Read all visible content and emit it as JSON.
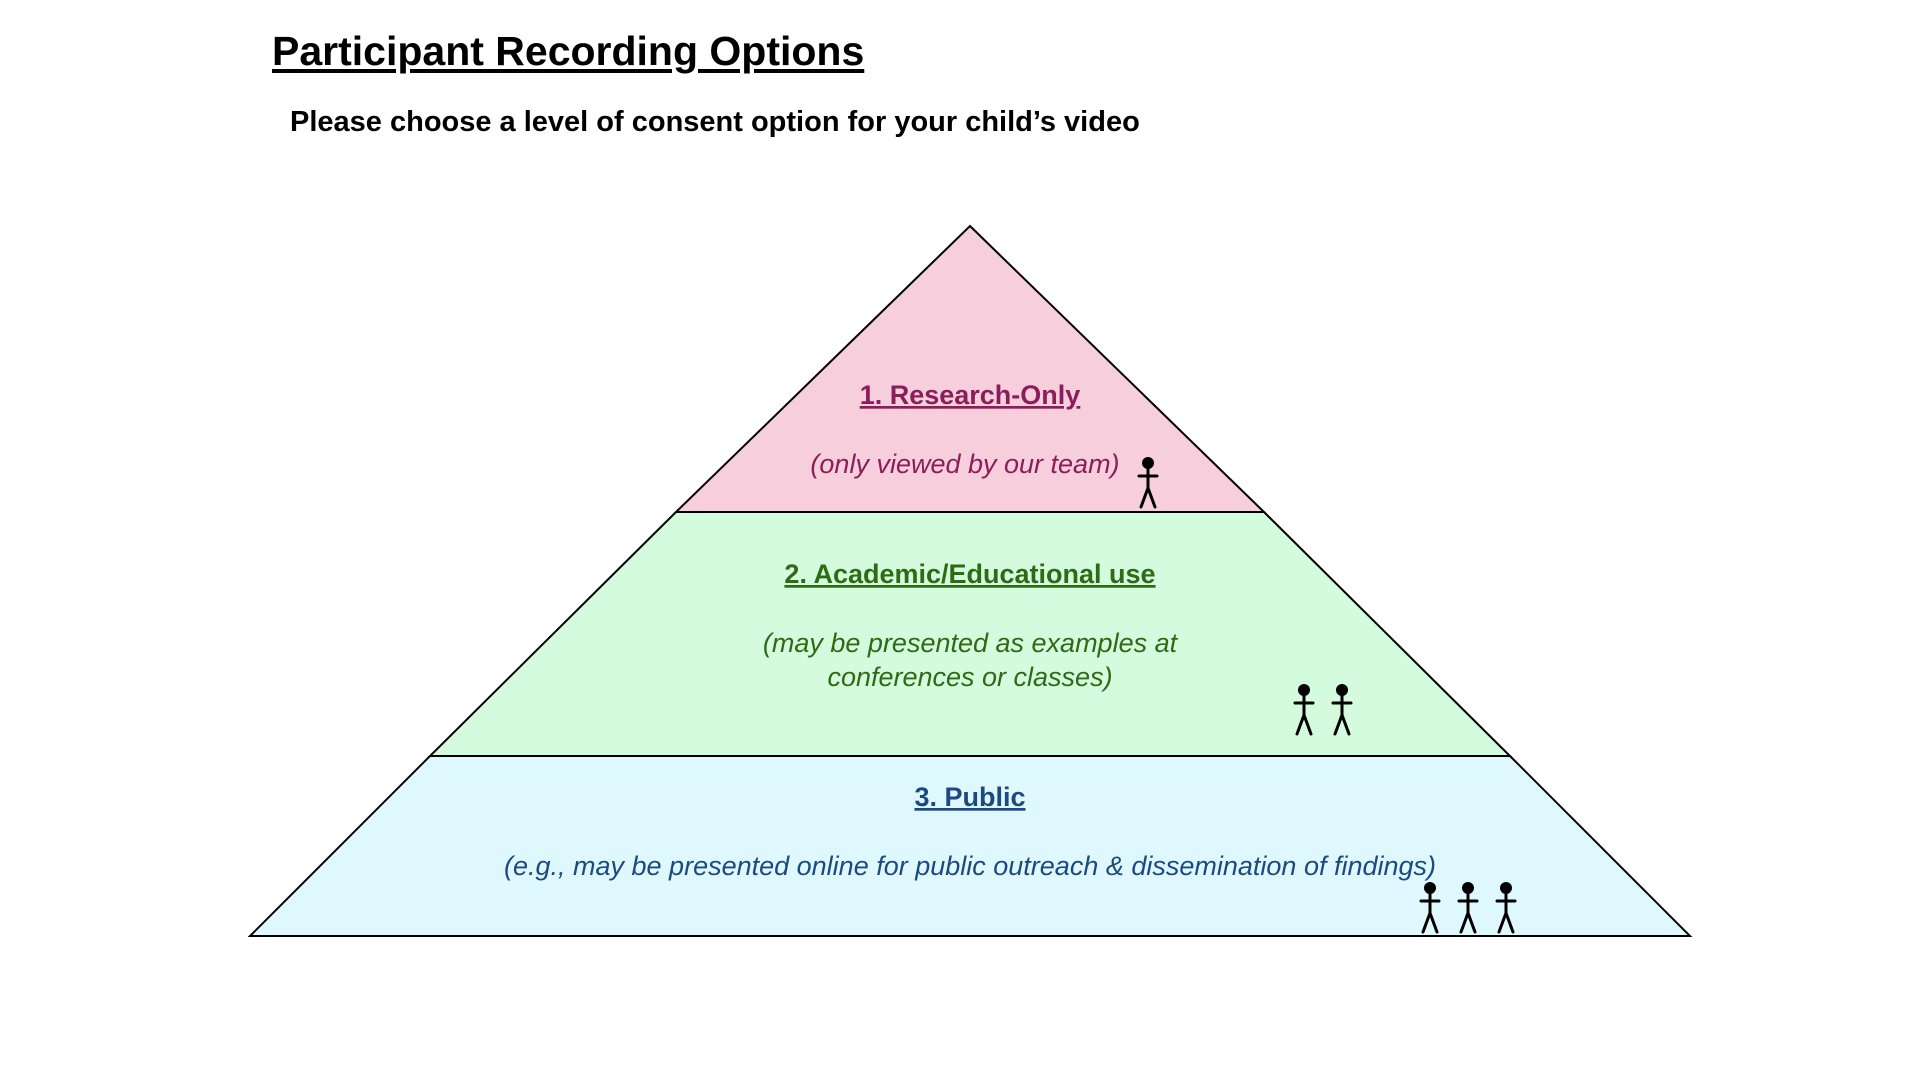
{
  "title": "Participant Recording Options",
  "subtitle": "Please choose a level of consent option for your child’s video",
  "levels": [
    {
      "title": "1. Research-Only",
      "desc_lines": [
        "(only viewed by our team)"
      ],
      "color": "#8b1e5a",
      "fill": "#f7cfdc",
      "people": 1,
      "icon": "person-icon"
    },
    {
      "title": "2. Academic/Educational use",
      "desc_lines": [
        "(may be presented as examples at",
        "conferences or classes)"
      ],
      "color": "#2e6b14",
      "fill": "#d4fbdd",
      "people": 2,
      "icon": "person-icon"
    },
    {
      "title": "3. Public",
      "desc_lines": [
        "(e.g., may be presented online for public outreach & dissemination of findings)"
      ],
      "color": "#1c4a80",
      "fill": "#dff8fd",
      "people": 3,
      "icon": "person-icon"
    }
  ]
}
